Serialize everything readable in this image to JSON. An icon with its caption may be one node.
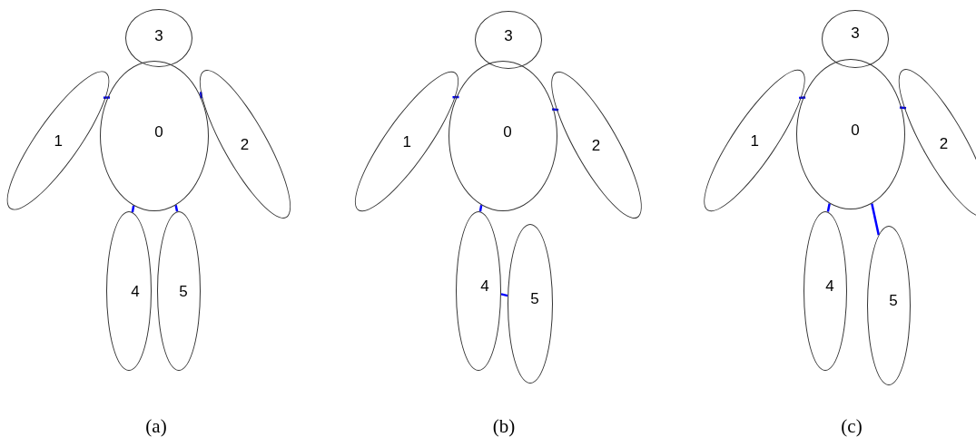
{
  "diagram": {
    "nodes": [
      {
        "text": [
          "3"
        ]
      },
      {
        "text": [
          "1"
        ]
      },
      {
        "text": [
          "0"
        ]
      },
      {
        "text": [
          "2"
        ]
      },
      {
        "text": [
          "4"
        ]
      },
      {
        "text": [
          "5"
        ]
      },
      {
        "text": [
          "3"
        ]
      },
      {
        "text": [
          "1"
        ]
      },
      {
        "text": [
          "0"
        ]
      },
      {
        "text": [
          "2"
        ]
      },
      {
        "text": [
          "4"
        ]
      },
      {
        "text": [
          "5"
        ]
      },
      {
        "text": [
          "3"
        ]
      },
      {
        "text": [
          "1"
        ]
      },
      {
        "text": [
          "0"
        ]
      },
      {
        "text": [
          "2"
        ]
      },
      {
        "text": [
          "4"
        ]
      },
      {
        "text": [
          "5"
        ]
      }
    ],
    "edges": [
      {
        "from": 2,
        "to": 1,
        "arrow": "none"
      },
      {
        "from": 2,
        "to": 3,
        "arrow": "none"
      },
      {
        "from": 2,
        "to": 4,
        "arrow": "none"
      },
      {
        "from": 2,
        "to": 5,
        "arrow": "none"
      },
      {
        "from": 8,
        "to": 7,
        "arrow": "none"
      },
      {
        "from": 8,
        "to": 9,
        "arrow": "none"
      },
      {
        "from": 8,
        "to": 10,
        "arrow": "none"
      },
      {
        "from": 10,
        "to": 11,
        "arrow": "none"
      },
      {
        "from": 14,
        "to": 13,
        "arrow": "none"
      },
      {
        "from": 14,
        "to": 15,
        "arrow": "none"
      },
      {
        "from": 14,
        "to": 16,
        "arrow": "none"
      },
      {
        "from": 14,
        "to": 17,
        "arrow": "none"
      }
    ],
    "labels": [
      "(a)",
      "(b)",
      "(c)"
    ]
  }
}
